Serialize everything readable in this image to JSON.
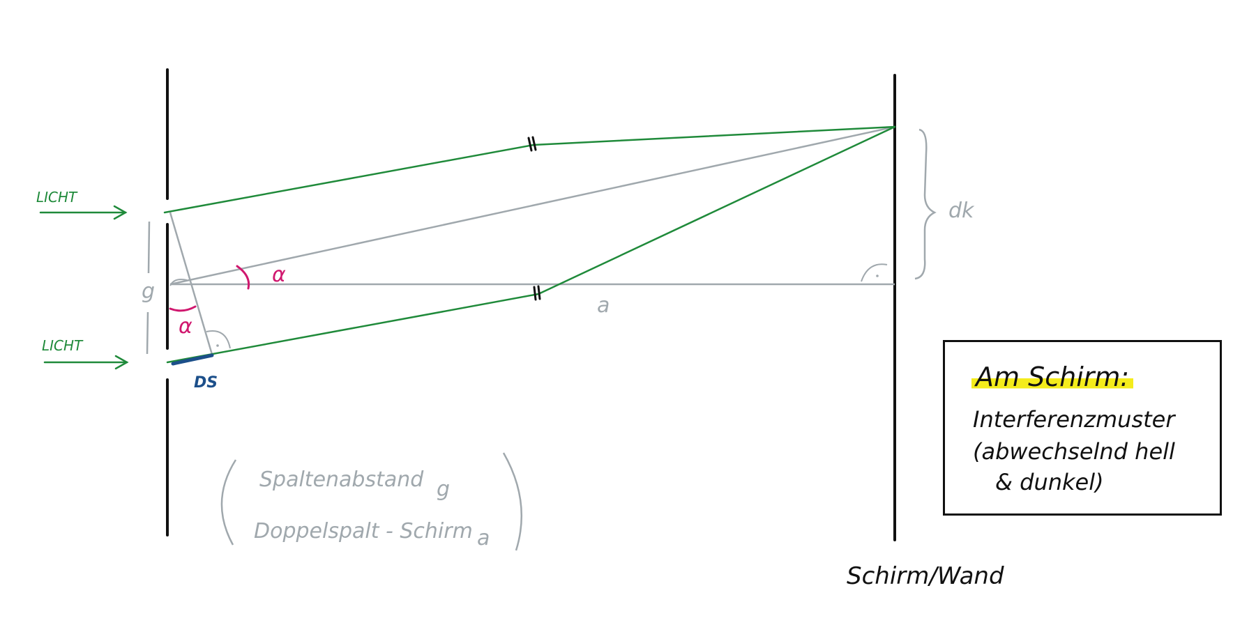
{
  "labels": {
    "light_top": "LICHT",
    "light_bottom": "LICHT",
    "slit_distance": "g",
    "angle_top": "α",
    "angle_bottom": "α",
    "path_difference": "DS",
    "distance": "a",
    "fringe_distance": "dk",
    "screen": "Schirm/Wand"
  },
  "legend_note": {
    "line1": "Spaltenabstand",
    "line1_var": "g",
    "line2": "Doppelspalt - Schirm",
    "line2_var": "a"
  },
  "note_box": {
    "title": "Am Schirm:",
    "line1": "Interferenzmuster",
    "line2": "(abwechselnd hell",
    "line3": "& dunkel)"
  },
  "colors": {
    "ray": "#1f8a3a",
    "construction": "#a0a8ad",
    "angle": "#d0176e",
    "path_difference": "#1c4f8a",
    "highlight": "#f4ec1c"
  }
}
